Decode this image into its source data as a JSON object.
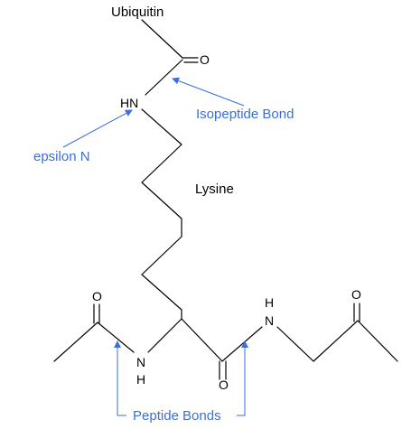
{
  "colors": {
    "bond": "#000000",
    "annotation": "#3a6fdc",
    "background": "#ffffff"
  },
  "labels": {
    "ubiquitin": "Ubiquitin",
    "lysine": "Lysine",
    "isopeptide_bond": "Isopeptide Bond",
    "epsilon_n": "epsilon N",
    "peptide_bonds": "Peptide Bonds"
  },
  "atoms": {
    "oxygen_top": "O",
    "nh_epsilon": "HN",
    "oxygen_left": "O",
    "n_left": "N",
    "h_left": "H",
    "oxygen_bottom": "O",
    "h_right": "H",
    "n_right": "N",
    "oxygen_right": "O"
  }
}
